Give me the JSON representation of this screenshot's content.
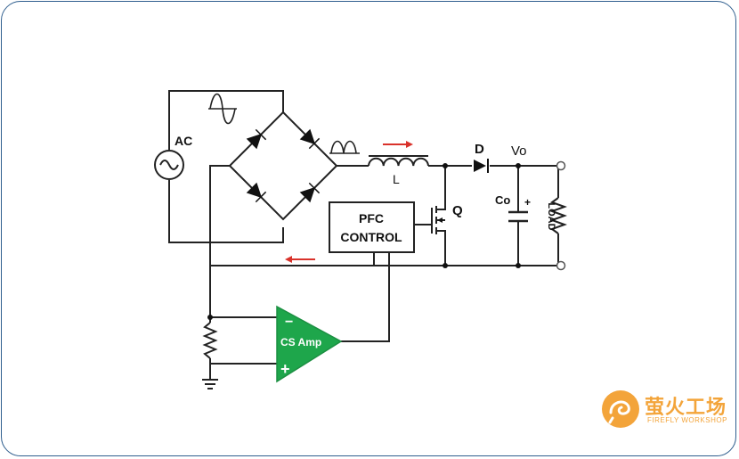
{
  "diagram": {
    "labels": {
      "ac": "AC",
      "inductor": "L",
      "diode": "D",
      "output": "Vo",
      "capacitor": "Co",
      "cap_polarity": "+",
      "load": "LOAD",
      "switch": "Q",
      "controller_line1": "PFC",
      "controller_line2": "CONTROL",
      "amp": "CS Amp",
      "amp_minus": "−",
      "amp_plus": "+"
    },
    "colors": {
      "wire": "#222222",
      "amp_fill": "#1ea64b",
      "arrow": "#d9322b",
      "border": "#2f5e8e",
      "logo": "#f3a43a"
    }
  },
  "logo": {
    "name_cn": "萤火工场",
    "name_en": "FIREFLY WORKSHOP"
  }
}
